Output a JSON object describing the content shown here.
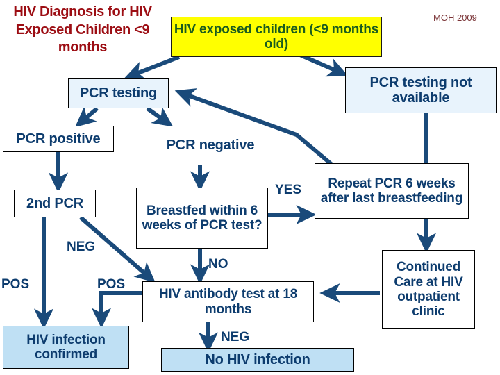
{
  "title": "HIV Diagnosis for HIV Exposed Children <9 months",
  "credit": "MOH 2009",
  "colors": {
    "title_red": "#9c0d13",
    "node_blue_text": "#0d3c6e",
    "arrow_blue": "#1a4a7a",
    "yellow_fill": "#ffff00",
    "pale_fill": "#e8f3fc",
    "blue_fill": "#bfe0f4",
    "credit_maroon": "#7a3336"
  },
  "nodes": {
    "exposed_children": "HIV exposed children (<9 months old)",
    "pcr_testing": "PCR testing",
    "pcr_not_available": "PCR testing not available",
    "pcr_positive": "PCR positive",
    "pcr_negative": "PCR negative",
    "second_pcr": "2nd PCR",
    "breastfed": "Breastfed within 6 weeks of PCR test?",
    "repeat_pcr": "Repeat PCR 6 weeks after last breastfeeding",
    "continued_care": "Continued Care at HIV outpatient clinic",
    "hiv_antibody_test": "HIV antibody test at 18 months",
    "hiv_infection_confirmed": "HIV infection confirmed",
    "no_hiv_infection": "No HIV infection"
  },
  "edge_labels": {
    "yes": "YES",
    "no": "NO",
    "neg_second_pcr": "NEG",
    "pos_second_pcr": "POS",
    "pos_antibody": "POS",
    "neg_antibody": "NEG"
  },
  "flow": {
    "type": "flowchart",
    "edges": [
      {
        "from": "exposed_children",
        "to": "pcr_testing",
        "label": ""
      },
      {
        "from": "exposed_children",
        "to": "pcr_not_available",
        "label": ""
      },
      {
        "from": "pcr_testing",
        "to": "pcr_positive",
        "label": ""
      },
      {
        "from": "pcr_testing",
        "to": "pcr_negative",
        "label": ""
      },
      {
        "from": "pcr_positive",
        "to": "second_pcr",
        "label": ""
      },
      {
        "from": "pcr_negative",
        "to": "breastfed",
        "label": ""
      },
      {
        "from": "breastfed",
        "to": "repeat_pcr",
        "label": "YES"
      },
      {
        "from": "breastfed",
        "to": "hiv_antibody_test",
        "label": "NO"
      },
      {
        "from": "repeat_pcr",
        "to": "pcr_testing",
        "label": ""
      },
      {
        "from": "second_pcr",
        "to": "hiv_infection_confirmed",
        "label": "POS"
      },
      {
        "from": "second_pcr",
        "to": "hiv_antibody_test",
        "label": "NEG"
      },
      {
        "from": "hiv_antibody_test",
        "to": "hiv_infection_confirmed",
        "label": "POS"
      },
      {
        "from": "hiv_antibody_test",
        "to": "no_hiv_infection",
        "label": "NEG"
      },
      {
        "from": "pcr_not_available",
        "to": "continued_care",
        "label": ""
      },
      {
        "from": "continued_care",
        "to": "hiv_antibody_test",
        "label": ""
      }
    ]
  }
}
